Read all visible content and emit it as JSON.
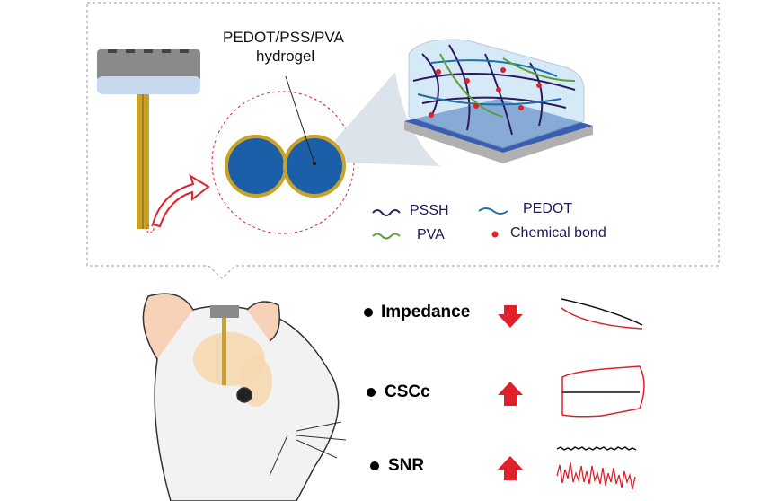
{
  "hydrogel_label": {
    "line1": "PEDOT/PSS/PVA",
    "line2": "hydrogel"
  },
  "legend": [
    {
      "name": "PSSH",
      "color": "#2a1a5e"
    },
    {
      "name": "PEDOT",
      "color": "#1d6fa8"
    },
    {
      "name": "PVA",
      "color": "#5aa03a"
    },
    {
      "name": "Chemical bond",
      "color": "#e0202a"
    }
  ],
  "properties": [
    {
      "name": "Impedance",
      "trend": "down"
    },
    {
      "name": "CSCc",
      "trend": "up"
    },
    {
      "name": "SNR",
      "trend": "up"
    }
  ],
  "colors": {
    "accent_red": "#e0202a",
    "sphere_blue": "#1a5fa8",
    "gold": "#c9a227"
  }
}
